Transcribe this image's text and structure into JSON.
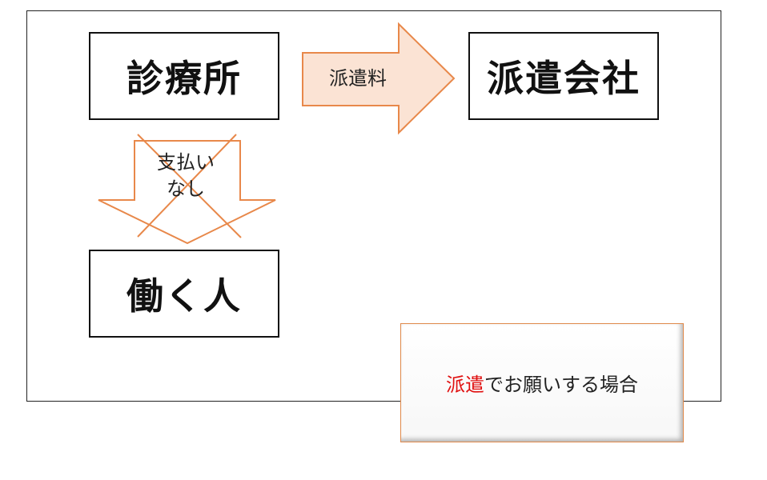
{
  "boxes": {
    "clinic": "診療所",
    "agency": "派遣会社",
    "worker": "働く人"
  },
  "arrows": {
    "fee": "派遣料",
    "no_payment_line1": "支払い",
    "no_payment_line2": "なし"
  },
  "callout": {
    "highlight": "派遣",
    "rest": "でお願いする場合"
  },
  "colors": {
    "arrow_stroke": "#e8884a",
    "arrow_fill": "#fbe3d4",
    "highlight_text": "#e01010"
  }
}
